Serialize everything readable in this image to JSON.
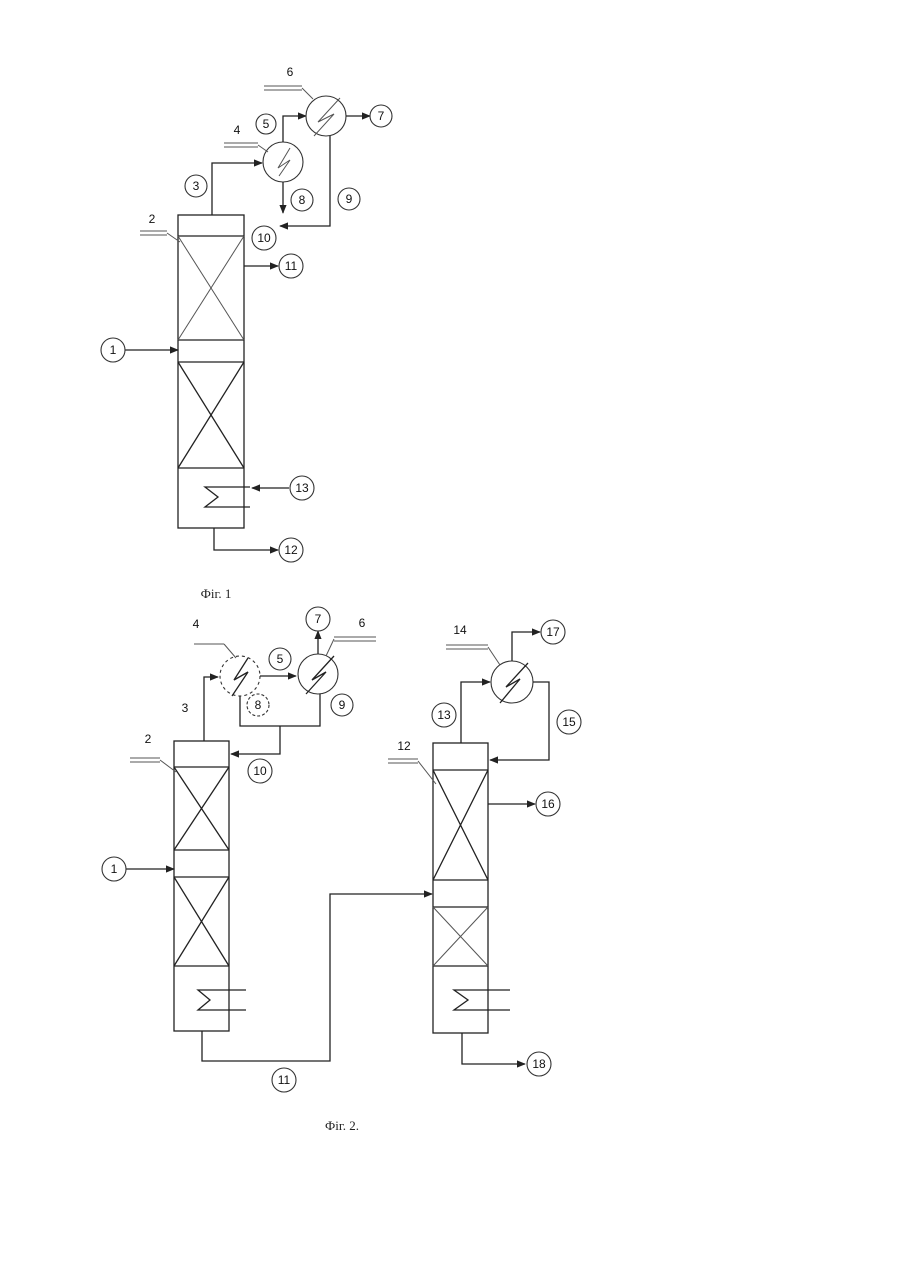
{
  "fig1": {
    "caption": "Фіг. 1",
    "labels": {
      "l1": "1",
      "l2": "2",
      "l3": "3",
      "l4": "4",
      "l5": "5",
      "l6": "6",
      "l7": "7",
      "l8": "8",
      "l9": "9",
      "l10": "10",
      "l11": "11",
      "l12": "12",
      "l13": "13"
    }
  },
  "fig2": {
    "caption": "Фіг. 2.",
    "labels": {
      "l1": "1",
      "l2": "2",
      "l3": "3",
      "l4": "4",
      "l5": "5",
      "l6": "6",
      "l7": "7",
      "l8": "8",
      "l9": "9",
      "l10": "10",
      "l11": "11",
      "l12": "12",
      "l13": "13",
      "l14": "14",
      "l15": "15",
      "l16": "16",
      "l17": "17",
      "l18": "18"
    }
  }
}
